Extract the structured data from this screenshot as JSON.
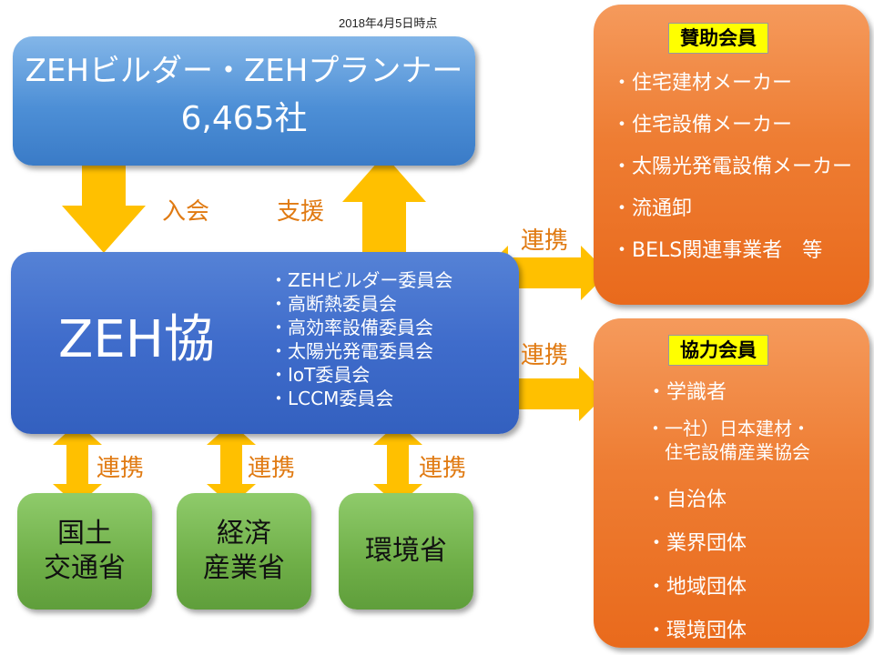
{
  "date_note": "2018年4月5日時点",
  "builders": {
    "line1": "ZEHビルダー・ZEHプランナー",
    "line2": "6,465社"
  },
  "association": {
    "name": "ZEH協",
    "committees": [
      "・ZEHビルダー委員会",
      "・高断熱委員会",
      "・高効率設備委員会",
      "・太陽光発電委員会",
      "・IoT委員会",
      "・LCCM委員会"
    ]
  },
  "arrows": {
    "join": "入会",
    "support": "支援",
    "link": "連携"
  },
  "ministries": [
    {
      "line1": "国土",
      "line2": "交通省"
    },
    {
      "line1": "経済",
      "line2": "産業省"
    },
    {
      "line1": "環境省",
      "line2": ""
    }
  ],
  "supporting_members": {
    "title": "賛助会員",
    "items": [
      "・住宅建材メーカー",
      "・住宅設備メーカー",
      "・太陽光発電設備メーカー",
      "・流通卸",
      "・BELS関連事業者　等"
    ]
  },
  "cooperating_members": {
    "title": "協力会員",
    "items": [
      "・学識者",
      "・一社）日本建材・",
      "住宅設備産業協会",
      "・自治体",
      "・業界団体",
      "・地域団体",
      "・環境団体"
    ]
  },
  "colors": {
    "arrow": "#ffc000",
    "blue_box": "#4d8fd6",
    "association": "#3f6ccb",
    "green_box": "#70ad47",
    "orange_box": "#ee7d33",
    "heading_bg": "#ffff00"
  }
}
